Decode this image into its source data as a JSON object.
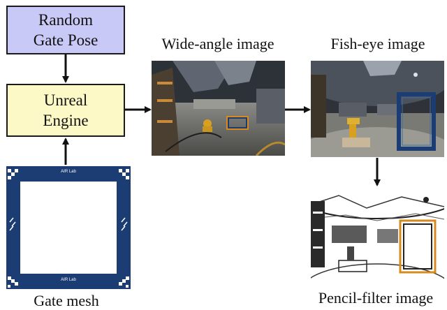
{
  "nodes": {
    "random_gate_pose": {
      "line1": "Random",
      "line2": "Gate Pose",
      "fill": "#c9c9f7",
      "border": "#1a1a1a"
    },
    "unreal_engine": {
      "line1": "Unreal",
      "line2": "Engine",
      "fill": "#fdf9c6",
      "border": "#1a1a1a"
    }
  },
  "captions": {
    "wide_angle": "Wide-angle image",
    "fish_eye": "Fish-eye image",
    "pencil_filter": "Pencil-filter image",
    "gate_mesh": "Gate mesh"
  },
  "gate_mesh": {
    "text_top": "AIR Lab",
    "text_bottom": "AIR Lab",
    "frame_color": "#1c3d73",
    "inner_color": "#ffffff"
  },
  "colors": {
    "gate_highlight": "#d98a1c",
    "robot_arm": "#d9a020"
  }
}
